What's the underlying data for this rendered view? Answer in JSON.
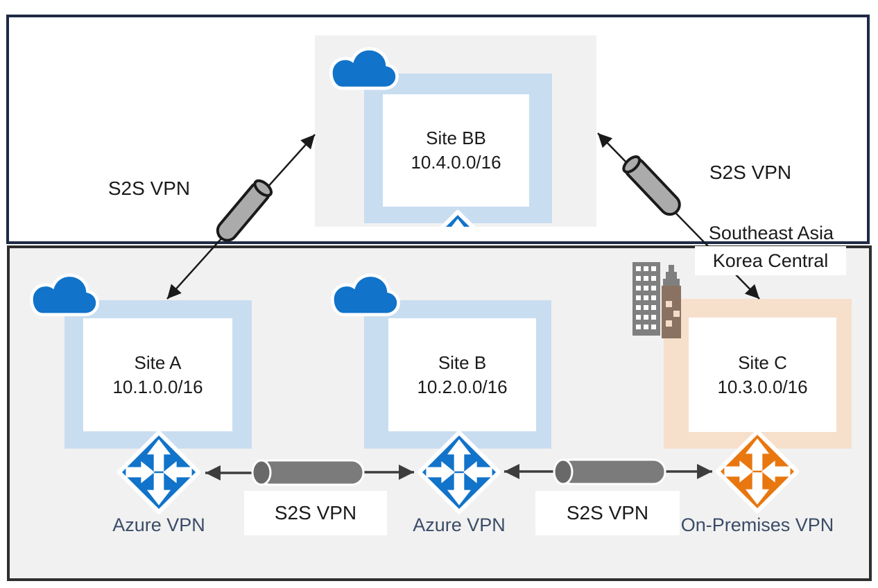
{
  "top_panel": {
    "region": "Southeast Asia",
    "s2s_left": "S2S VPN",
    "s2s_right": "S2S VPN",
    "site": {
      "name": "Site BB",
      "cidr": "10.4.0.0/16"
    }
  },
  "bottom_panel": {
    "region": "Korea Central",
    "s2s_labels": [
      "S2S VPN",
      "S2S VPN"
    ],
    "sites": [
      {
        "name": "Site A",
        "cidr": "10.1.0.0/16",
        "gateway": "Azure VPN"
      },
      {
        "name": "Site B",
        "cidr": "10.2.0.0/16",
        "gateway": "Azure VPN"
      },
      {
        "name": "Site C",
        "cidr": "10.3.0.0/16",
        "gateway": "On-Premises VPN"
      }
    ]
  },
  "icons": {
    "cloud": "cloud-icon",
    "azure_vpn_gateway": "vpn-gateway-icon",
    "on_premises_vpn_gateway": "vpn-gateway-icon",
    "vpn_tunnel": "vpn-tunnel-cylinder-icon",
    "buildings": "office-building-icon"
  },
  "colors": {
    "azure_blue": "#1173c9",
    "site_frame_blue": "#c9ddf0",
    "on_premises_orange": "#e8770f",
    "site_frame_orange": "#f6e0cc",
    "panel_gray": "#f1f1f1",
    "top_panel_border": "#1f2a44",
    "bottom_panel_border": "#2e2e2e",
    "tunnel_gray": "#7b7b7b",
    "diagonal_tunnel_gray": "#ababab",
    "gateway_label_navy": "#3b4c68"
  }
}
